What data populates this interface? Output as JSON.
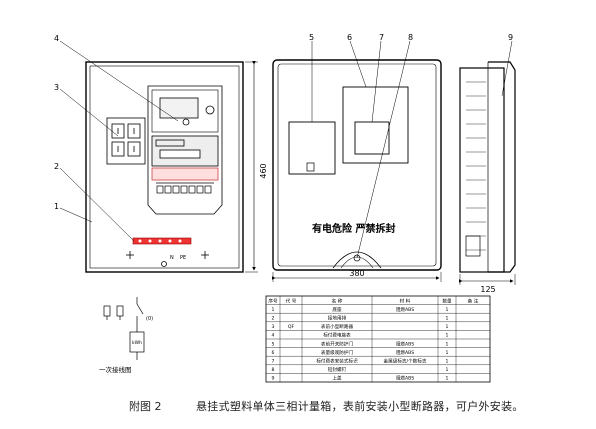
{
  "callouts": [
    "1",
    "2",
    "3",
    "4",
    "5",
    "6",
    "7",
    "8",
    "9"
  ],
  "dimensions": {
    "height": "460",
    "width": "380",
    "depth": "125"
  },
  "meter_labels": {
    "n": "N",
    "pe": "PE"
  },
  "front_panel_text": "有电危险  严禁拆封",
  "wiring": {
    "breaker_label": "(0)",
    "meter_label": "kWh",
    "title": "一次接线图"
  },
  "parts_table": {
    "headers": [
      "序号",
      "代 号",
      "名 称",
      "材 料",
      "数量",
      "备 注"
    ],
    "rows": [
      [
        "1",
        "",
        "底座",
        "阻燃ABS",
        "1",
        ""
      ],
      [
        "2",
        "",
        "接地用排",
        "",
        "1",
        ""
      ],
      [
        "3",
        "QF",
        "表前小型断路器",
        "",
        "1",
        ""
      ],
      [
        "4",
        "",
        "标付费电能表",
        "",
        "1",
        ""
      ],
      [
        "5",
        "",
        "表前开关防护门",
        "阻燃ABS",
        "1",
        ""
      ],
      [
        "6",
        "",
        "表量级观防护门",
        "阻燃ABS",
        "1",
        ""
      ],
      [
        "7",
        "",
        "标付费表安装式标识",
        "金属级标志/个数标志",
        "1",
        ""
      ],
      [
        "8",
        "",
        "铅封螺钉",
        "",
        "1",
        ""
      ],
      [
        "9",
        "",
        "上盖",
        "阻燃ABS",
        "1",
        ""
      ]
    ]
  },
  "caption": {
    "prefix": "附图 2",
    "text": "悬挂式塑料单体三相计量箱，表前安装小型断路器，可户外安装。"
  }
}
